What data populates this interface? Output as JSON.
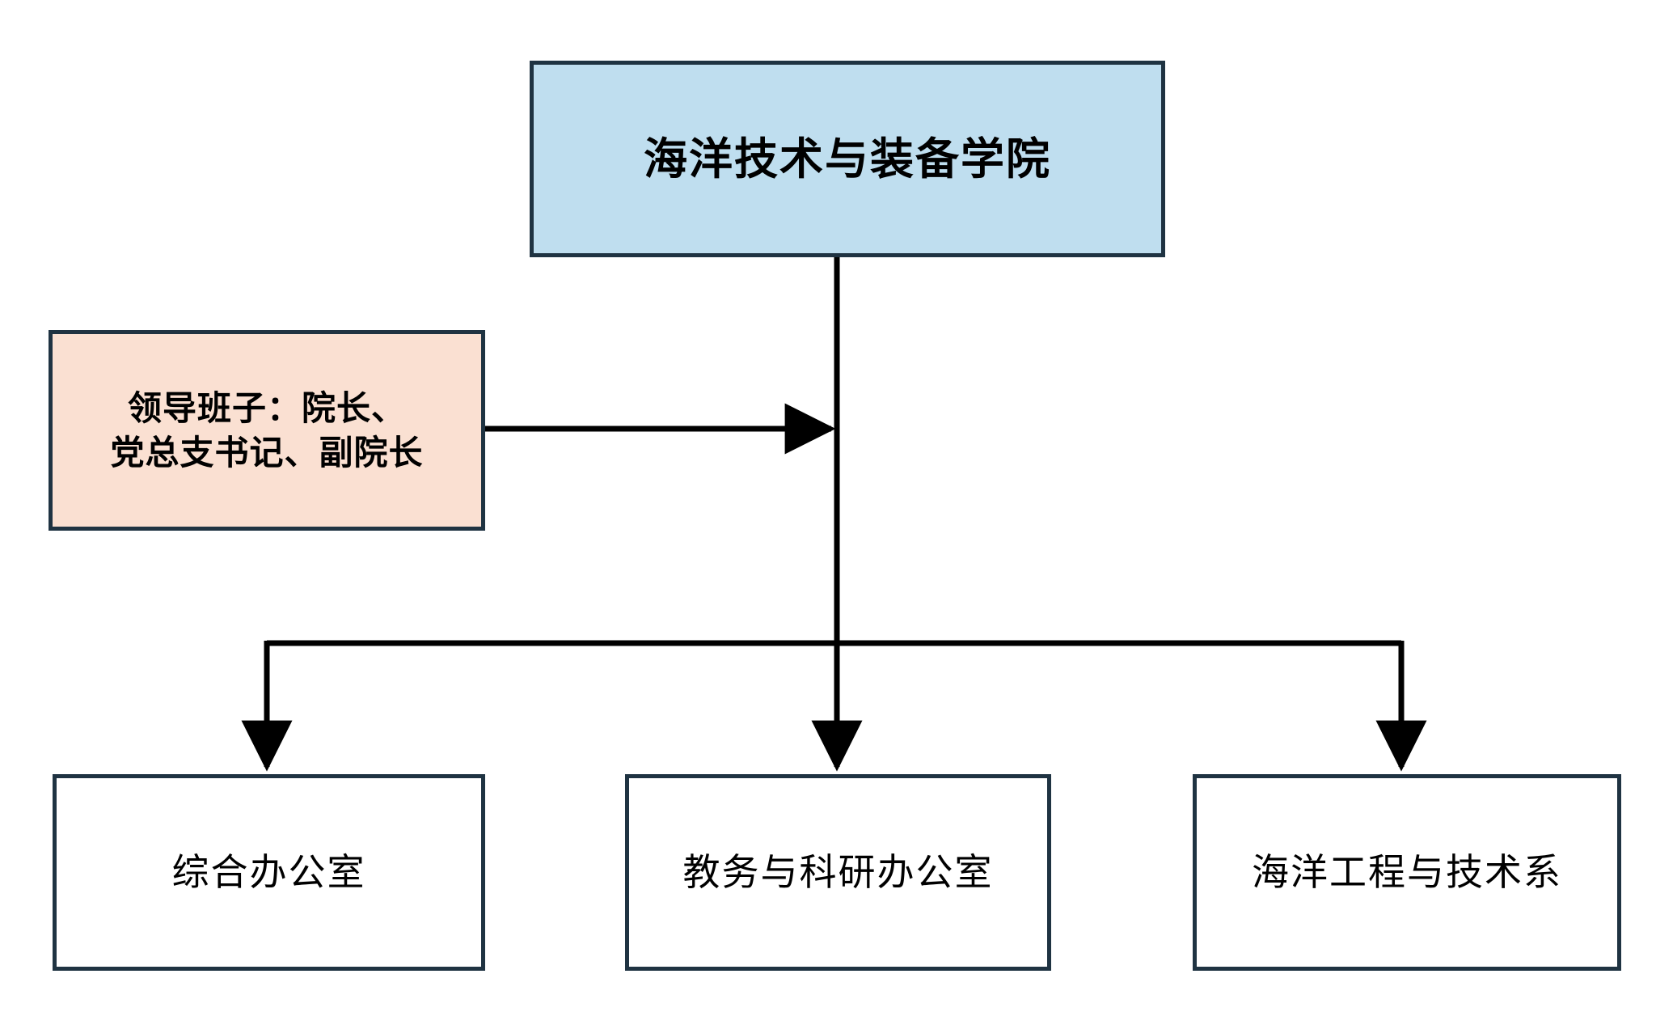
{
  "diagram": {
    "type": "organization-chart",
    "orientation": "top-down",
    "background_color": "#ffffff",
    "border_color": "#1f3342",
    "line_color": "#000000"
  },
  "root": {
    "label": "海洋技术与装备学院",
    "fill_color": "#bfdeef"
  },
  "leadership": {
    "label": "领导班子：院长、\n党总支书记、副院长",
    "line1": "领导班子：院长、",
    "line2": "党总支书记、副院长",
    "fill_color": "#fae0d2"
  },
  "units": [
    {
      "label": "综合办公室",
      "fill_color": "#ffffff"
    },
    {
      "label": "教务与科研办公室",
      "fill_color": "#ffffff"
    },
    {
      "label": "海洋工程与技术系",
      "fill_color": "#ffffff"
    }
  ],
  "connectors": [
    {
      "name": "root-to-bus",
      "from": "root",
      "to": "bus",
      "arrow": false
    },
    {
      "name": "leadership-to-trunk",
      "from": "leadership",
      "to": "trunk",
      "arrow": true
    },
    {
      "name": "bus-to-unit-0",
      "from": "bus",
      "to": "units.0",
      "arrow": true
    },
    {
      "name": "bus-to-unit-1",
      "from": "bus",
      "to": "units.1",
      "arrow": true
    },
    {
      "name": "bus-to-unit-2",
      "from": "bus",
      "to": "units.2",
      "arrow": true
    }
  ]
}
